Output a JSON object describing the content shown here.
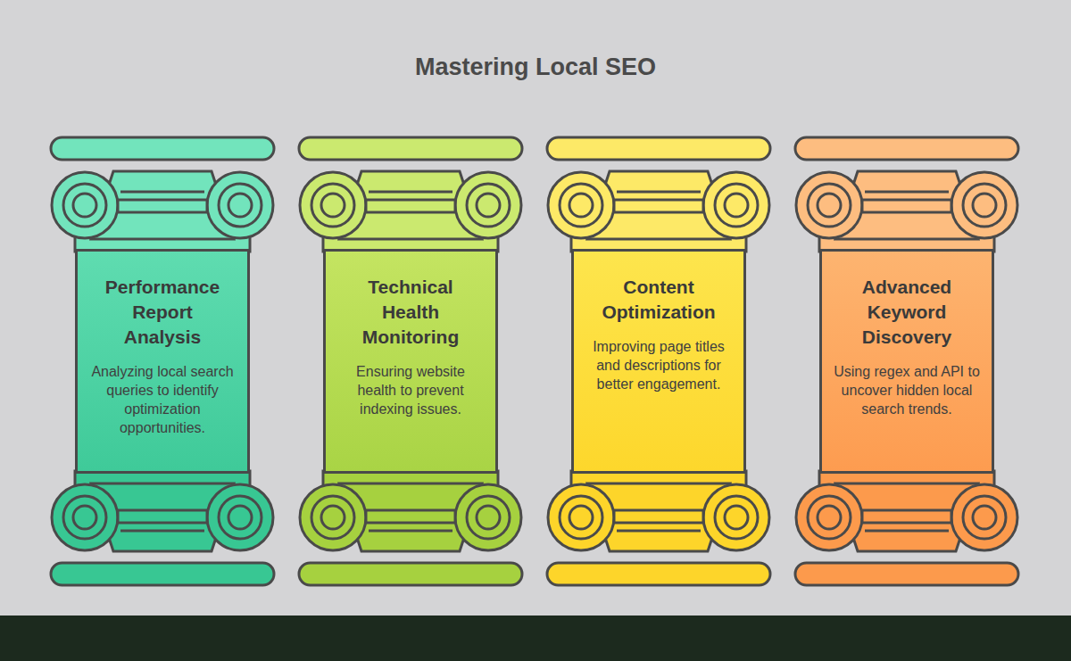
{
  "diagram": {
    "title": "Mastering Local SEO",
    "nodes": [
      {
        "text": [
          "Performance Report Analysis",
          "Analyzing local search queries to identify optimization opportunities."
        ]
      },
      {
        "text": [
          "Technical Health Monitoring",
          "Ensuring website health to prevent indexing issues."
        ]
      },
      {
        "text": [
          "Content Optimization",
          "Improving page titles and descriptions for better engagement."
        ]
      },
      {
        "text": [
          "Advanced Keyword Discovery",
          "Using regex and API to uncover hidden local search trends."
        ]
      }
    ]
  }
}
